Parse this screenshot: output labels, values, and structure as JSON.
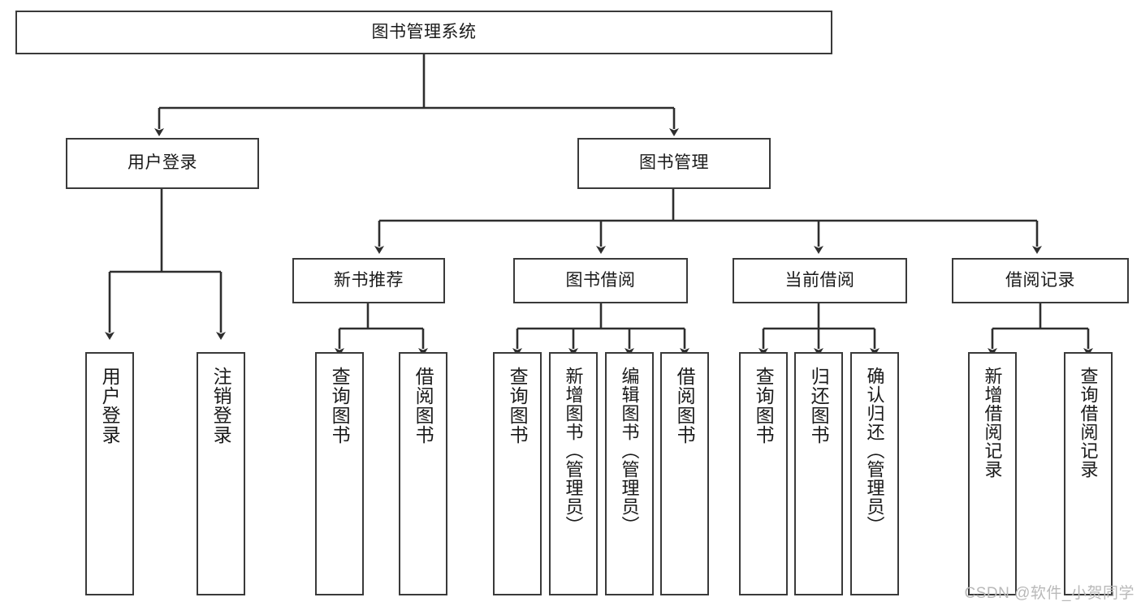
{
  "diagram": {
    "type": "tree",
    "title": "图书管理系统",
    "watermark": "CSDN @软件_小贺同学",
    "colors": {
      "stroke": "#3a3a3a",
      "fill": "#ffffff",
      "text": "#1a1a1a",
      "watermark": "#b9b9b9"
    },
    "nodes": {
      "root": {
        "label": "图书管理系统"
      },
      "level2": [
        {
          "id": "user-login",
          "label": "用户登录"
        },
        {
          "id": "book-manage",
          "label": "图书管理"
        }
      ],
      "level3": [
        {
          "id": "new-book-recommend",
          "label": "新书推荐"
        },
        {
          "id": "book-borrow",
          "label": "图书借阅"
        },
        {
          "id": "current-borrow",
          "label": "当前借阅"
        },
        {
          "id": "borrow-record",
          "label": "借阅记录"
        }
      ],
      "leaves": {
        "user-login": [
          {
            "id": "login",
            "label": "用户登录"
          },
          {
            "id": "logout",
            "label": "注销登录"
          }
        ],
        "new-book-recommend": [
          {
            "id": "query-book-1",
            "label": "查询图书"
          },
          {
            "id": "borrow-book-1",
            "label": "借阅图书"
          }
        ],
        "book-borrow": [
          {
            "id": "query-book-2",
            "label": "查询图书"
          },
          {
            "id": "add-book",
            "label": "新增图书（管理员）"
          },
          {
            "id": "edit-book",
            "label": "编辑图书（管理员）"
          },
          {
            "id": "borrow-book-2",
            "label": "借阅图书"
          }
        ],
        "current-borrow": [
          {
            "id": "query-book-3",
            "label": "查询图书"
          },
          {
            "id": "return-book",
            "label": "归还图书"
          },
          {
            "id": "confirm-return",
            "label": "确认归还（管理员）"
          }
        ],
        "borrow-record": [
          {
            "id": "add-record",
            "label": "新增借阅记录"
          },
          {
            "id": "query-record",
            "label": "查询借阅记录"
          }
        ]
      }
    }
  }
}
